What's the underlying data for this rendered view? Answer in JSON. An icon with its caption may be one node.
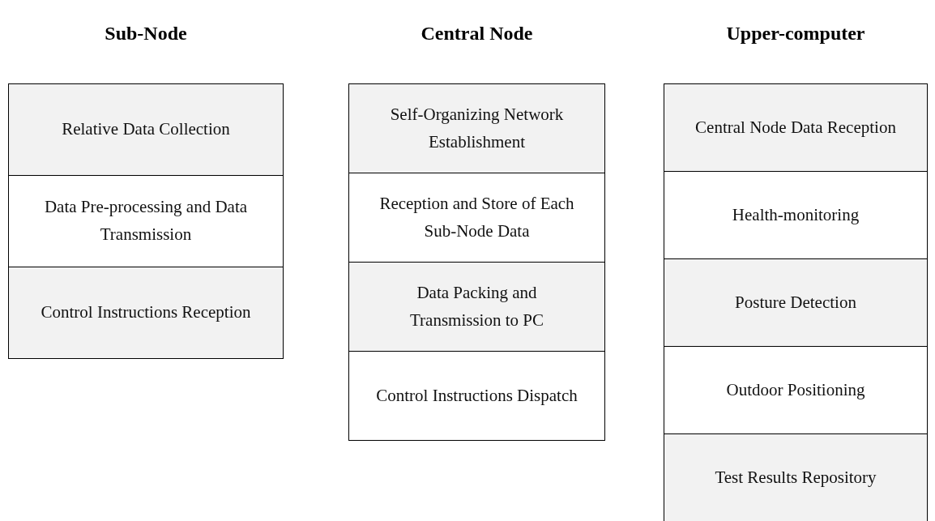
{
  "diagram": {
    "nodes": [
      {
        "text": [
          "Sub-Node"
        ]
      },
      {
        "text": [
          "Relative Data Collection"
        ],
        "in": 0
      },
      {
        "text": [
          "Data Pre-processing and Data Transmission"
        ],
        "in": 0
      },
      {
        "text": [
          "Control Instructions Reception"
        ],
        "in": 0
      },
      {
        "text": [
          "Central Node"
        ]
      },
      {
        "text": [
          "Self-Organizing Network Establishment"
        ],
        "in": 4
      },
      {
        "text": [
          "Reception and Store of Each Sub-Node Data"
        ],
        "in": 4
      },
      {
        "text": [
          "Data Packing and Transmission to PC"
        ],
        "in": 4
      },
      {
        "text": [
          "Control Instructions Dispatch"
        ],
        "in": 4
      },
      {
        "text": [
          "Upper-computer"
        ]
      },
      {
        "text": [
          "Central Node Data Reception"
        ],
        "in": 9
      },
      {
        "text": [
          "Health-monitoring"
        ],
        "in": 9
      },
      {
        "text": [
          "Posture Detection"
        ],
        "in": 9
      },
      {
        "text": [
          "Outdoor Positioning"
        ],
        "in": 9
      },
      {
        "text": [
          "Test Results Repository"
        ],
        "in": 9
      }
    ],
    "edges": []
  }
}
